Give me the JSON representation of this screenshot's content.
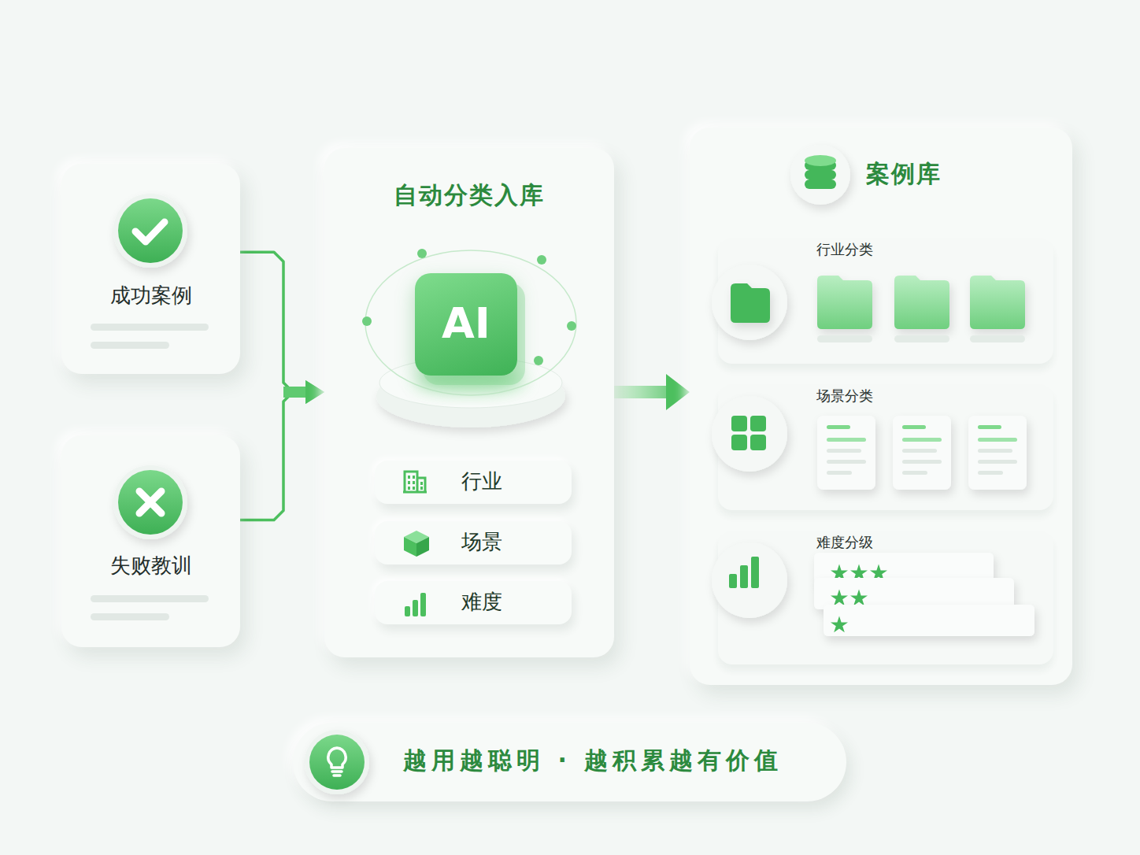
{
  "diagram": {
    "nodes": [
      {
        "text": [
          "成功案例"
        ]
      },
      {
        "text": [
          "失败教训"
        ]
      },
      {
        "text": [
          "自动分类入库"
        ]
      },
      {
        "text": [
          "AI"
        ],
        "in": 2
      },
      {
        "text": [
          "行业"
        ],
        "in": 2
      },
      {
        "text": [
          "场景"
        ],
        "in": 2
      },
      {
        "text": [
          "难度"
        ],
        "in": 2
      },
      {
        "text": [
          "案例库"
        ]
      },
      {
        "text": [
          "行业分类"
        ],
        "in": 7
      },
      {
        "text": [
          "场景分类"
        ],
        "in": 7
      },
      {
        "text": [
          "难度分级"
        ],
        "in": 7
      },
      {
        "text": [
          "越用越聪明 · 越积累越有价值"
        ]
      }
    ],
    "edges": [
      {
        "from": 0,
        "to": 2,
        "arrow": "to"
      },
      {
        "from": 1,
        "to": 2,
        "arrow": "to"
      },
      {
        "from": 2,
        "to": 7,
        "arrow": "to"
      }
    ]
  }
}
